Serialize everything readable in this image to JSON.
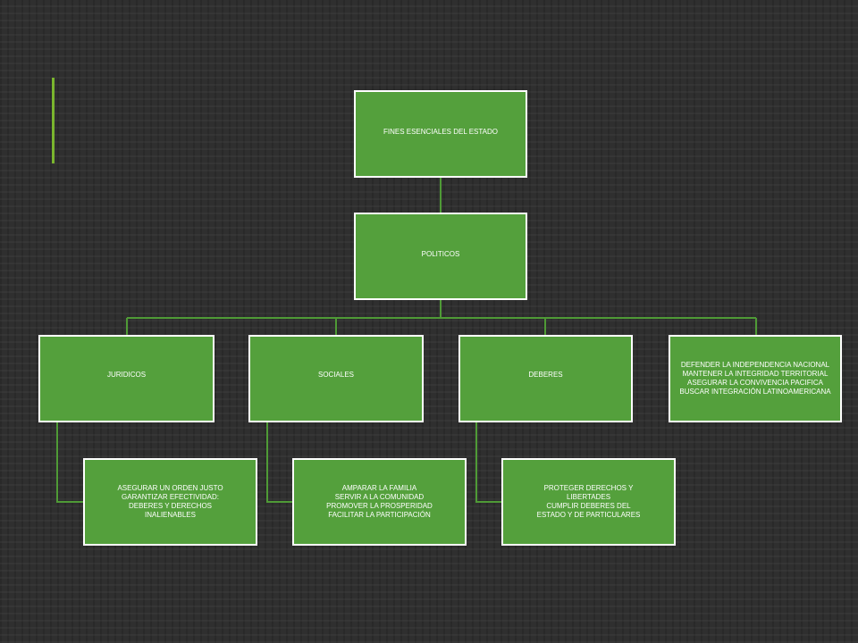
{
  "colors": {
    "box_fill": "#54a03c",
    "box_border": "#ffffff",
    "connector": "#4f9a36",
    "accent": "#7ab52e",
    "background": "#2f2f2f"
  },
  "diagram": {
    "root": {
      "label": "FINES ESENCIALES DEL ESTADO"
    },
    "level2": {
      "label": "POLITICOS"
    },
    "categories": [
      {
        "label": "JURIDICOS",
        "detail": "ASEGURAR UN ORDEN JUSTO\nGARANTIZAR EFECTIVIDAD:\nDEBERES Y DERECHOS\nINALIENABLES"
      },
      {
        "label": "SOCIALES",
        "detail": "AMPARAR LA FAMILIA\nSERVIR A LA COMUNIDAD\nPROMOVER LA PROSPERIDAD\nFACILITAR LA PARTICIPACIÓN"
      },
      {
        "label": "DEBERES",
        "detail": "PROTEGER DERECHOS Y\nLIBERTADES\nCUMPLIR DEBERES DEL\nESTADO Y DE PARTICULARES"
      },
      {
        "label": "DEFENDER LA INDEPENDENCIA NACIONAL\nMANTENER LA INTEGRIDAD TERRITORIAL\nASEGURAR LA CONVIVENCIA PACIFICA\nBUSCAR INTEGRACIÓN LATINOAMERICANA"
      }
    ]
  }
}
